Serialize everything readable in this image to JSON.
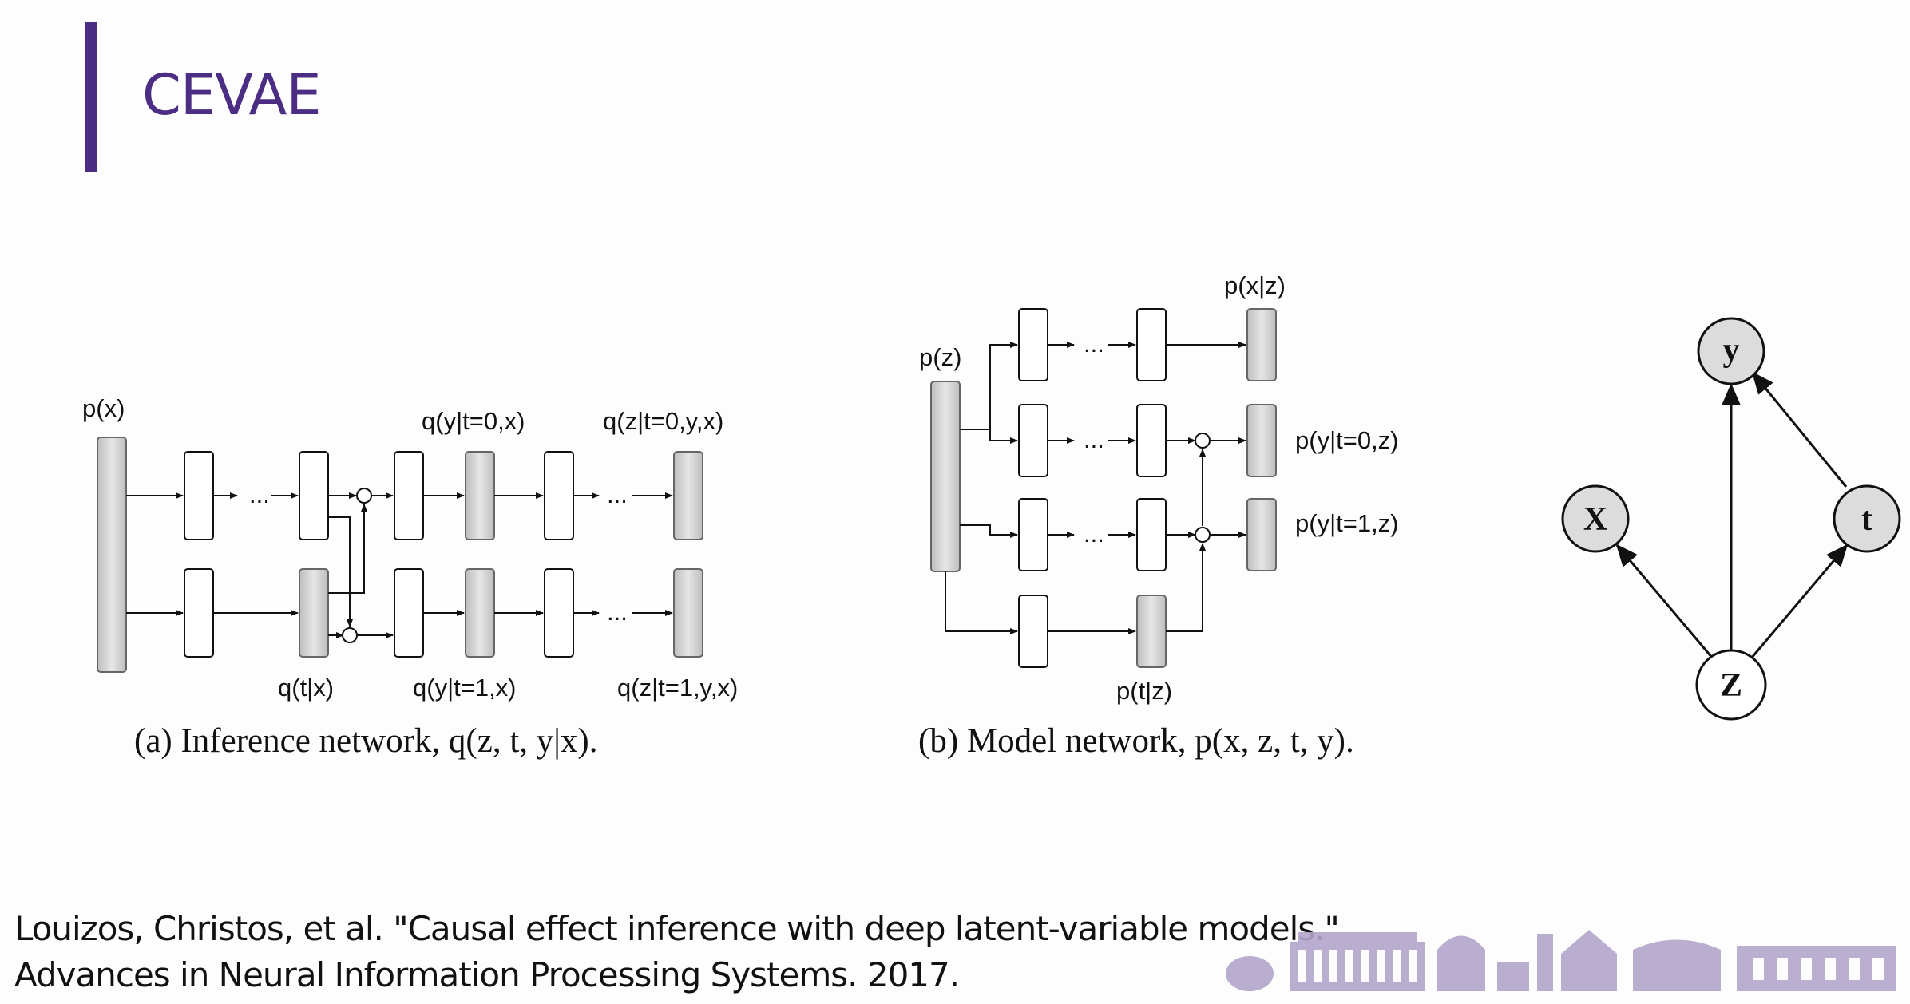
{
  "slide": {
    "title": "CEVAE",
    "accent_color": "#4b2e83"
  },
  "inference_network": {
    "label_px": "p(x)",
    "label_qy_t0": "q(y|t=0,x)",
    "label_qz_t0": "q(z|t=0,y,x)",
    "label_qt": "q(t|x)",
    "label_qy_t1": "q(y|t=1,x)",
    "label_qz_t1": "q(z|t=1,y,x)",
    "caption": "(a) Inference network, q(z, t, y|x)."
  },
  "model_network": {
    "label_pz": "p(z)",
    "label_px": "p(x|z)",
    "label_py_t0": "p(y|t=0,z)",
    "label_py_t1": "p(y|t=1,z)",
    "label_pt": "p(t|z)",
    "caption": "(b) Model network, p(x, z, t, y)."
  },
  "causal_graph": {
    "nodes": [
      "y",
      "X",
      "t",
      "Z"
    ],
    "edges": [
      [
        "Z",
        "X"
      ],
      [
        "Z",
        "y"
      ],
      [
        "Z",
        "t"
      ],
      [
        "t",
        "y"
      ]
    ]
  },
  "citation": {
    "line1": "Louizos, Christos, et al. \"Causal effect inference with deep latent-variable models.\"",
    "line2": "Advances in Neural Information Processing Systems. 2017."
  }
}
